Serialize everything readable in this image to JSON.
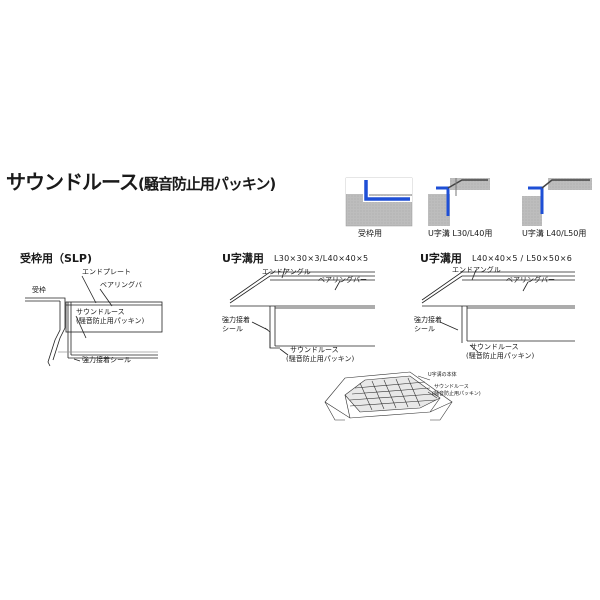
{
  "title": {
    "main": "サウンドルース",
    "sub": "(騒音防止用パッキン)"
  },
  "thumbnails": [
    {
      "caption": "受枠用"
    },
    {
      "caption": "U字溝 L30/L40用"
    },
    {
      "caption": "U字溝 L40/L50用"
    }
  ],
  "sections": {
    "slp": {
      "title": "受枠用（SLP)",
      "labels": {
        "ukewaku": "受枠",
        "end_plate": "エンドプレート",
        "bearing_bar": "ベアリングバ",
        "sound_ruth": "サウンドルース",
        "packing": "(騒音防止用パッキン)",
        "seal": "強力接着シール"
      }
    },
    "u1": {
      "title": "U字溝用",
      "spec": "L30×30×3/L40×40×5",
      "labels": {
        "end_angle": "エンドアングル",
        "bearing_bar": "ベアリングバー",
        "seal_1": "強力接着",
        "seal_2": "シール",
        "sound_ruth": "サウンドルース",
        "packing": "(騒音防止用パッキン)"
      }
    },
    "u2": {
      "title": "U字溝用",
      "spec": "L40×40×5 / L50×50×6",
      "labels": {
        "end_angle": "エンドアングル",
        "bearing_bar": "ベアリングバー",
        "seal_1": "強力接着",
        "seal_2": "シール",
        "sound_ruth": "サウンドルース",
        "packing": "(騒音防止用パッキン)"
      }
    },
    "iso": {
      "labels": {
        "top": "U字溝の本体",
        "sound_ruth": "サウンドルース",
        "packing": "(騒音防止用パッキン)"
      }
    }
  },
  "colors": {
    "packing_blue": "#1e4fd6",
    "concrete_gray": "#b9b9b9",
    "line": "#222222"
  }
}
